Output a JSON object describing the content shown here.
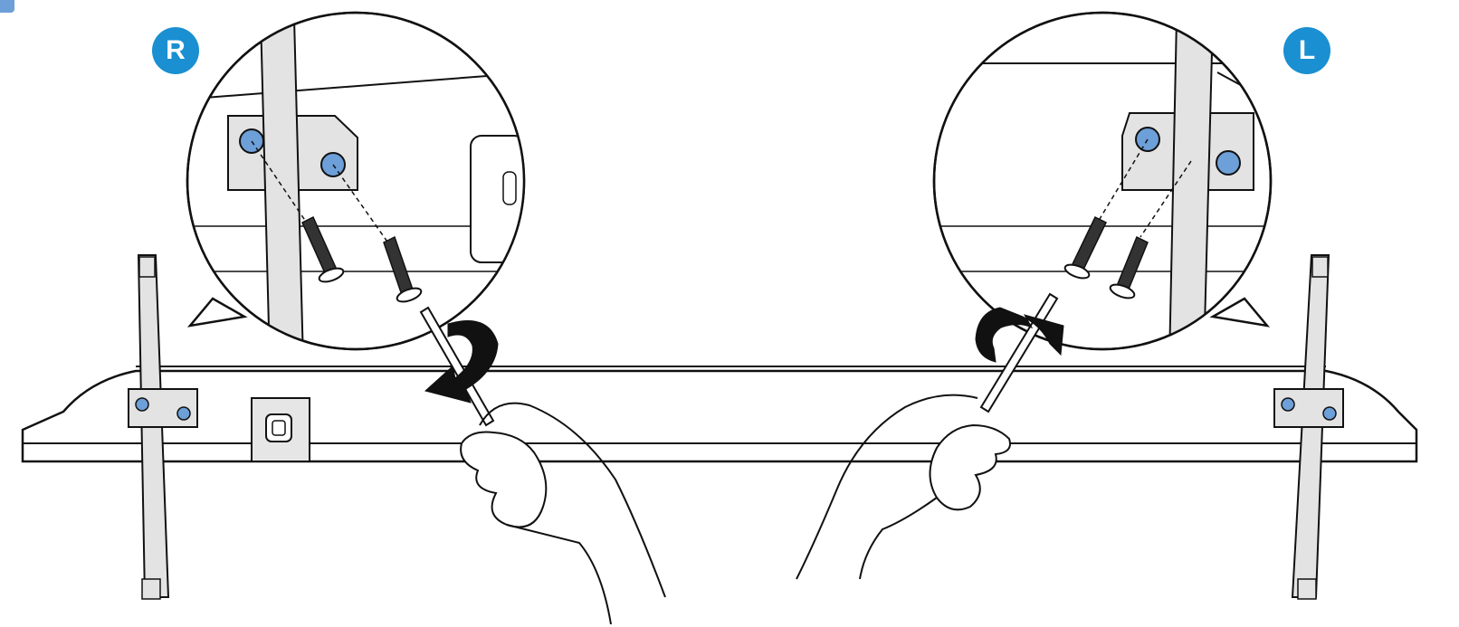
{
  "diagram": {
    "badges": {
      "right_side": "R",
      "left_side": "L"
    },
    "colors": {
      "badge": "#1a8fd1",
      "screw_hole": "#6d9fd8",
      "stand_fill": "#e3e3e3",
      "outline": "#111111"
    },
    "icons": [
      "tv-back-panel",
      "stand-leg",
      "zoom-callout",
      "screw",
      "screwdriver",
      "hand",
      "rotate-arrow"
    ]
  }
}
